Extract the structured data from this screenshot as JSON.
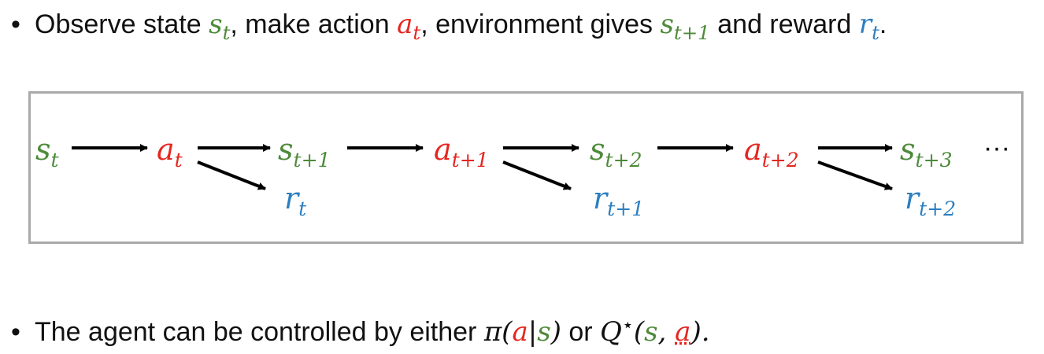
{
  "bullets": {
    "line1": {
      "bullet": "•",
      "t1": "Observe state ",
      "s": "s",
      "s_sub": "t",
      "t2": ", make action ",
      "a": "a",
      "a_sub": "t",
      "t3": ", environment gives ",
      "s_next": "s",
      "s_next_sub": "t+1",
      "t4": " and reward ",
      "r": "r",
      "r_sub": "t",
      "t5": "."
    },
    "line2": {
      "bullet": "•",
      "t1": "The agent can be controlled by either ",
      "pi": "π(",
      "pi_a": "a",
      "pi_bar": "|",
      "pi_s": "s",
      "pi_close": ")",
      "or": " or ",
      "q": "Q",
      "q_star": "⋆",
      "q_open": "(",
      "q_s": "s",
      "q_comma": ", ",
      "q_a": "a",
      "q_close": ").",
      "end": ""
    }
  },
  "diagram": {
    "nodes": {
      "s0": {
        "base": "s",
        "sub": "t"
      },
      "a0": {
        "base": "a",
        "sub": "t"
      },
      "s1": {
        "base": "s",
        "sub": "t+1"
      },
      "r0": {
        "base": "r",
        "sub": "t"
      },
      "a1": {
        "base": "a",
        "sub": "t+1"
      },
      "s2": {
        "base": "s",
        "sub": "t+2"
      },
      "r1": {
        "base": "r",
        "sub": "t+1"
      },
      "a2": {
        "base": "a",
        "sub": "t+2"
      },
      "s3": {
        "base": "s",
        "sub": "t+3"
      },
      "r2": {
        "base": "r",
        "sub": "t+2"
      }
    },
    "ellipsis": "···"
  },
  "colors": {
    "state": "#4d8a3a",
    "action": "#e5261f",
    "reward": "#2c7fc0",
    "box_border": "#a9a9a9"
  }
}
